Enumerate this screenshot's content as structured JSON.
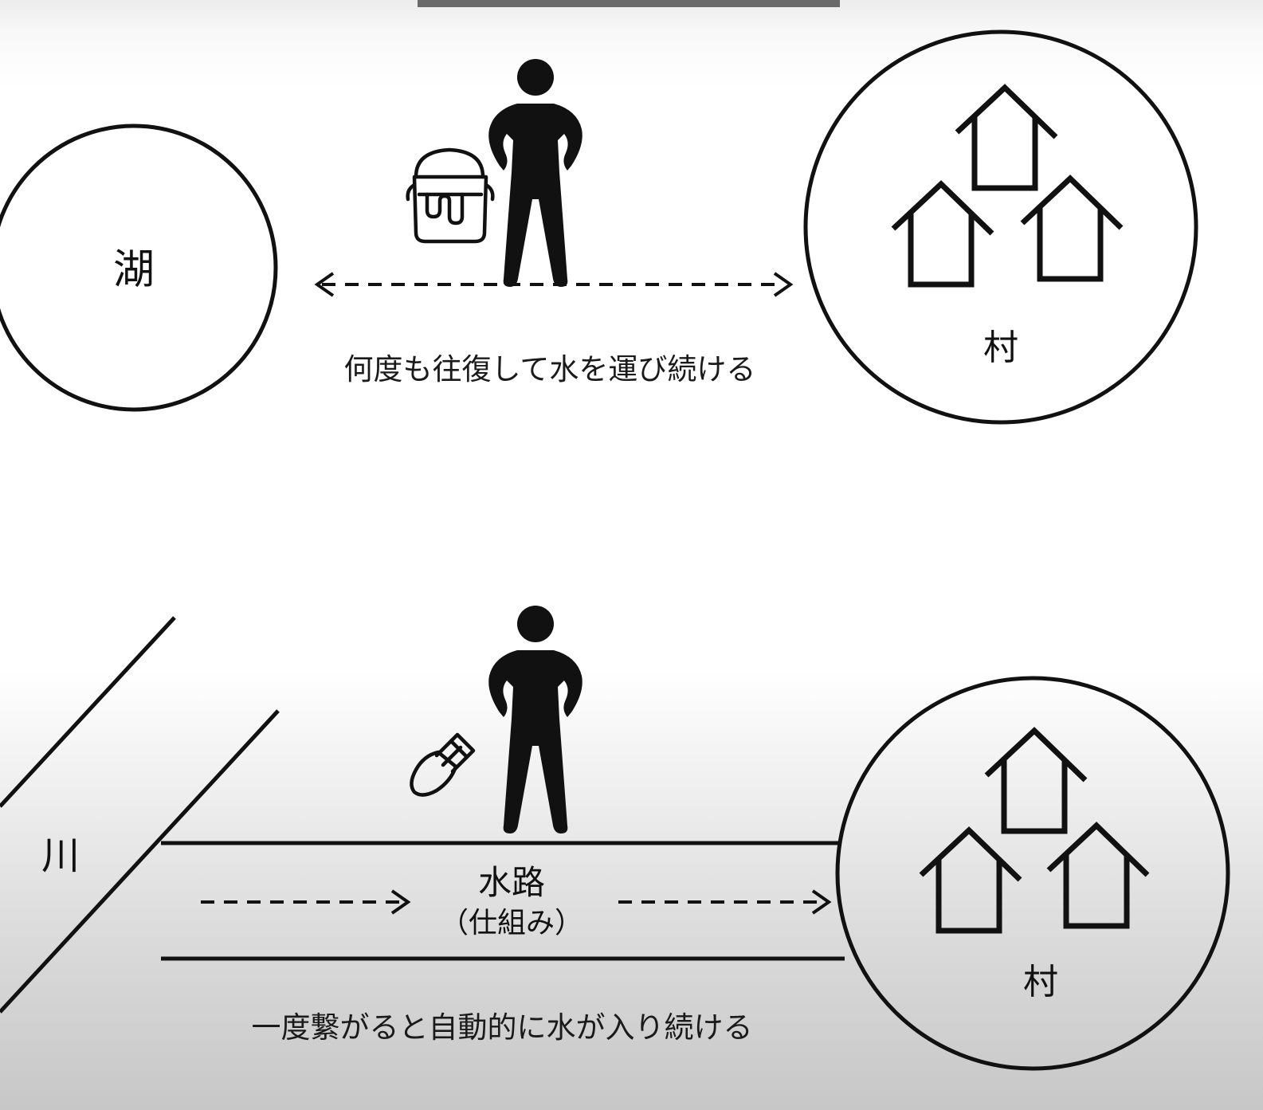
{
  "top": {
    "lake_label": "湖",
    "village_label": "村",
    "caption": "何度も往復して水を運び続ける"
  },
  "bottom": {
    "river_label": "川",
    "channel_label": "水路",
    "channel_sublabel": "（仕組み）",
    "village_label": "村",
    "caption": "一度繋がると自動的に水が入り続ける"
  },
  "icons": [
    "person-icon",
    "bucket-icon",
    "shovel-icon",
    "house-icon"
  ],
  "colors": {
    "ink": "#111111",
    "background": "#ffffff",
    "top_bar": "#6a6a6a"
  }
}
